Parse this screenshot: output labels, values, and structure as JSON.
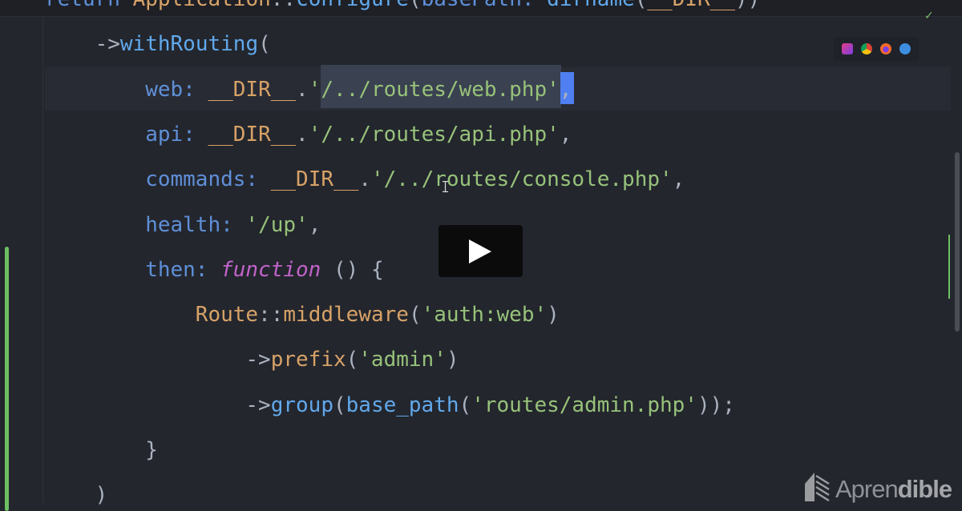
{
  "editor": {
    "lines": [
      {
        "col": 0,
        "tokens": [
          [
            "return ",
            "t-k"
          ],
          [
            "Application",
            "t-c"
          ],
          [
            "::",
            "t-p"
          ],
          [
            "configure",
            "t-f"
          ],
          [
            "(",
            "t-p"
          ],
          [
            "basePath: ",
            "t-k"
          ],
          [
            "dirname",
            "t-f"
          ],
          [
            "(",
            "t-p"
          ],
          [
            "__DIR__",
            "t-c"
          ],
          [
            "))",
            "t-p"
          ]
        ]
      },
      {
        "col": 4,
        "tokens": [
          [
            "->",
            "t-p"
          ],
          [
            "withRouting",
            "t-f"
          ],
          [
            "(",
            "t-p"
          ]
        ]
      },
      {
        "col": 8,
        "tokens": [
          [
            "web: ",
            "t-k"
          ],
          [
            "__DIR__",
            "t-c"
          ],
          [
            ".",
            "t-p"
          ],
          [
            "'/../routes/web.php'",
            "t-s"
          ],
          [
            ",",
            "t-p"
          ]
        ]
      },
      {
        "col": 8,
        "tokens": [
          [
            "api: ",
            "t-k"
          ],
          [
            "__DIR__",
            "t-c"
          ],
          [
            ".",
            "t-p"
          ],
          [
            "'/../routes/api.php'",
            "t-s"
          ],
          [
            ",",
            "t-p"
          ]
        ]
      },
      {
        "col": 8,
        "tokens": [
          [
            "commands: ",
            "t-k"
          ],
          [
            "__DIR__",
            "t-c"
          ],
          [
            ".",
            "t-p"
          ],
          [
            "'/../routes/console.php'",
            "t-s"
          ],
          [
            ",",
            "t-p"
          ]
        ]
      },
      {
        "col": 8,
        "tokens": [
          [
            "health: ",
            "t-k"
          ],
          [
            "'/up'",
            "t-s"
          ],
          [
            ",",
            "t-p"
          ]
        ]
      },
      {
        "col": 8,
        "tokens": [
          [
            "then: ",
            "t-k"
          ],
          [
            "function",
            "t-m"
          ],
          [
            " () {",
            "t-p"
          ]
        ]
      },
      {
        "col": 12,
        "tokens": [
          [
            "Route",
            "t-c"
          ],
          [
            "::",
            "t-p"
          ],
          [
            "middleware",
            "t-fn"
          ],
          [
            "(",
            "t-p"
          ],
          [
            "'auth:web'",
            "t-s"
          ],
          [
            ")",
            "t-p"
          ]
        ]
      },
      {
        "col": 16,
        "tokens": [
          [
            "->",
            "t-p"
          ],
          [
            "prefix",
            "t-fn"
          ],
          [
            "(",
            "t-p"
          ],
          [
            "'admin'",
            "t-s"
          ],
          [
            ")",
            "t-p"
          ]
        ]
      },
      {
        "col": 16,
        "tokens": [
          [
            "->",
            "t-p"
          ],
          [
            "group",
            "t-f"
          ],
          [
            "(",
            "t-p"
          ],
          [
            "base_path",
            "t-f"
          ],
          [
            "(",
            "t-p"
          ],
          [
            "'routes/admin.php'",
            "t-s"
          ],
          [
            "));",
            "t-p"
          ]
        ]
      },
      {
        "col": 8,
        "tokens": [
          [
            "}",
            "t-p"
          ]
        ]
      },
      {
        "col": 4,
        "tokens": [
          [
            ")",
            "t-p"
          ]
        ]
      }
    ]
  },
  "status": {
    "check_icon": "check-icon",
    "check_color": "#7cc06a"
  },
  "browser_icons": [
    "phpstorm-icon",
    "chrome-icon",
    "firefox-icon",
    "safari-icon"
  ],
  "video": {
    "play_icon": "play-icon"
  },
  "watermark": {
    "brand_light": "Apren",
    "brand_bold": "dible"
  },
  "colors": {
    "background": "#23262d",
    "string": "#97c27a",
    "keyword": "#5f8fd8",
    "constant": "#d7a267",
    "function": "#61a9ec",
    "italic_keyword": "#c263c9",
    "gutter_change": "#6cc063"
  }
}
